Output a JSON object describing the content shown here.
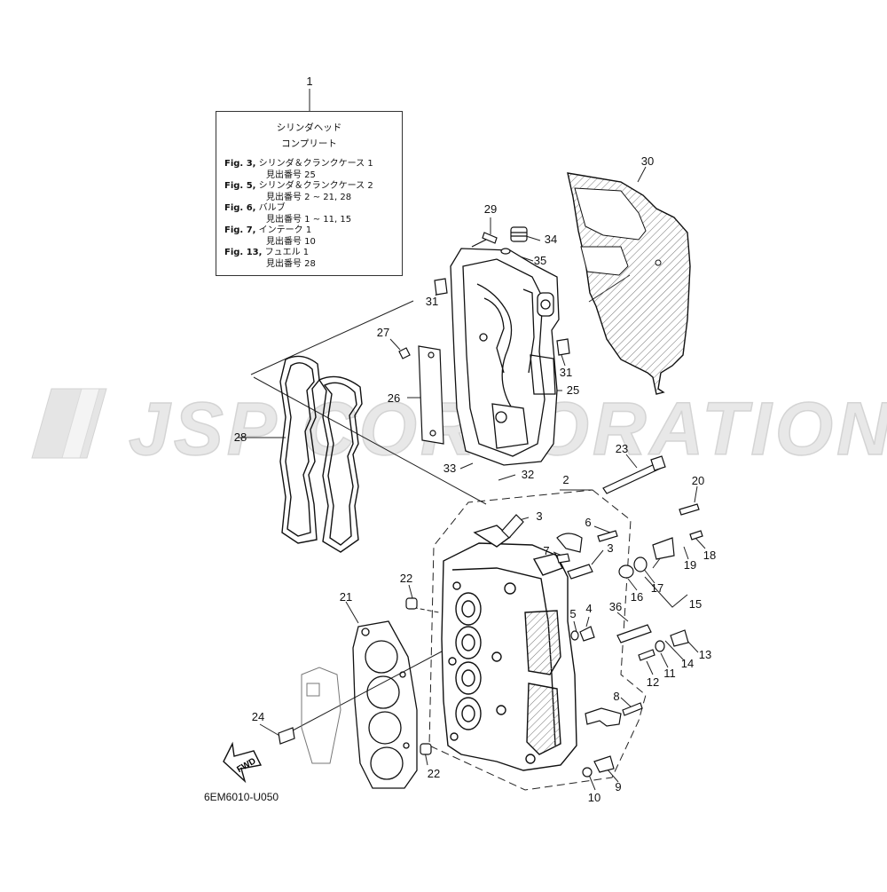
{
  "legend": {
    "title_lines": [
      "シリンダヘッド",
      "コンプリート"
    ],
    "refs": [
      {
        "fig": "Fig. 3,",
        "name": "シリンダ＆クランクケース 1",
        "sub": "見出番号 25"
      },
      {
        "fig": "Fig. 5,",
        "name": "シリンダ＆クランクケース 2",
        "sub": "見出番号 2 ~ 21, 28"
      },
      {
        "fig": "Fig. 6,",
        "name": "バルブ",
        "sub": "見出番号 1 ~ 11, 15"
      },
      {
        "fig": "Fig. 7,",
        "name": "インテーク 1",
        "sub": "見出番号 10"
      },
      {
        "fig": "Fig. 13,",
        "name": "フュエル 1",
        "sub": "見出番号 28"
      }
    ]
  },
  "callouts": [
    "1",
    "2",
    "3",
    "3",
    "4",
    "5",
    "6",
    "7",
    "8",
    "9",
    "10",
    "11",
    "12",
    "13",
    "14",
    "15",
    "16",
    "17",
    "18",
    "19",
    "20",
    "21",
    "22",
    "22",
    "23",
    "24",
    "25",
    "26",
    "27",
    "28",
    "29",
    "30",
    "31",
    "31",
    "32",
    "33",
    "34",
    "35",
    "36"
  ],
  "watermark_text": "JSP CORPORATION",
  "fwd_label": "FWD",
  "diagram_code": "6EM6010-U050",
  "colors": {
    "ink": "#111111",
    "watermark": "#e3e3e3",
    "paper": "#ffffff"
  }
}
